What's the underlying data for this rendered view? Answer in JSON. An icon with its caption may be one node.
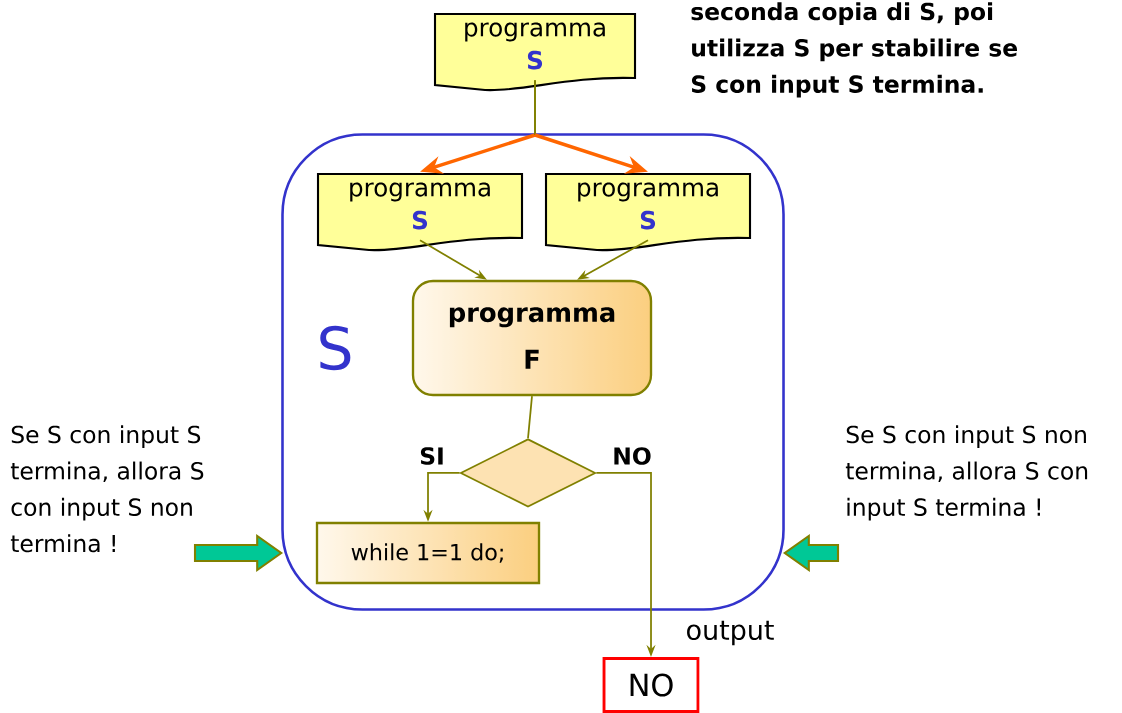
{
  "diagram": {
    "nodes": [
      {
        "text": [
          "programma",
          "S"
        ]
      },
      {
        "text": [
          "S"
        ]
      },
      {
        "text": [
          "programma",
          "S"
        ],
        "in": 1
      },
      {
        "text": [
          "programma",
          "S"
        ],
        "in": 1
      },
      {
        "text": [
          "programma F"
        ],
        "in": 1
      },
      {
        "text": [],
        "shape": "diamond",
        "in": 1
      },
      {
        "text": [
          "while 1=1 do;"
        ],
        "in": 1
      },
      {
        "text": [
          "NO"
        ],
        "beside": [
          "output"
        ]
      }
    ],
    "edges": [
      {
        "from": 0,
        "to": 2,
        "arrow": "to",
        "style": "thick",
        "color": "#ff6600"
      },
      {
        "from": 0,
        "to": 3,
        "arrow": "to",
        "style": "thick",
        "color": "#ff6600"
      },
      {
        "from": 2,
        "to": 4,
        "arrow": "to"
      },
      {
        "from": 3,
        "to": 4,
        "arrow": "to"
      },
      {
        "from": 4,
        "to": 5,
        "arrow": "none"
      },
      {
        "from": 5,
        "to": 6,
        "arrow": "to",
        "label": "SI"
      },
      {
        "from": 5,
        "to": 7,
        "arrow": "to",
        "label": "NO"
      },
      {
        "from": null,
        "to": 1,
        "arrow": "to",
        "style": "thick",
        "color": "#00c896"
      },
      {
        "from": null,
        "to": 1,
        "arrow": "to",
        "style": "thick",
        "color": "#00c896"
      }
    ],
    "labels": [
      "seconda copia di S, poi utilizza S per stabilire se S con input S termina.",
      "Se S con input S termina, allora S con input S non termina !",
      "Se S con input S non termina, allora S con input S termina !"
    ]
  }
}
